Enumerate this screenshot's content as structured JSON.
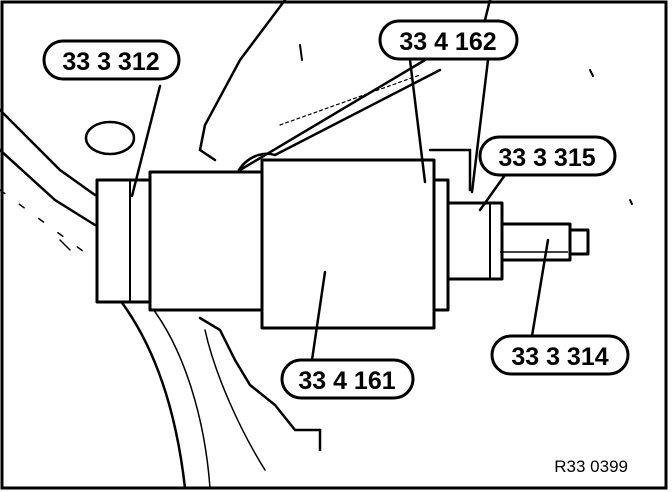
{
  "figure": {
    "reference": "R33 0399",
    "colors": {
      "ink": "#000000",
      "paper": "#ffffff"
    }
  },
  "callouts": [
    {
      "id": "c1",
      "label": "33 3 312"
    },
    {
      "id": "c2",
      "label": "33 4 162"
    },
    {
      "id": "c3",
      "label": "33 3 315"
    },
    {
      "id": "c4",
      "label": "33 4 161"
    },
    {
      "id": "c5",
      "label": "33 3 314"
    }
  ]
}
